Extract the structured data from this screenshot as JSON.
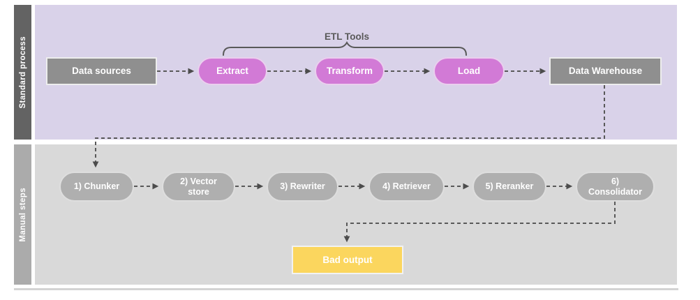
{
  "lanes": [
    {
      "label": "Standard process"
    },
    {
      "label": "Manual steps"
    }
  ],
  "etl_group": {
    "label": "ETL Tools"
  },
  "standard_flow": [
    {
      "id": "data-sources",
      "label": "Data sources",
      "shape": "rectangle",
      "color": "#8f8f8f"
    },
    {
      "id": "extract",
      "label": "Extract",
      "shape": "pill",
      "color": "#d27ad6"
    },
    {
      "id": "transform",
      "label": "Transform",
      "shape": "pill",
      "color": "#d27ad6"
    },
    {
      "id": "load",
      "label": "Load",
      "shape": "pill",
      "color": "#d27ad6"
    },
    {
      "id": "data-warehouse",
      "label": "Data Warehouse",
      "shape": "rectangle",
      "color": "#8f8f8f"
    }
  ],
  "manual_flow": [
    {
      "id": "chunker",
      "label": "1) Chunker"
    },
    {
      "id": "vector-store",
      "label": "2) Vector store"
    },
    {
      "id": "rewriter",
      "label": "3) Rewriter"
    },
    {
      "id": "retriever",
      "label": "4) Retriever"
    },
    {
      "id": "reranker",
      "label": "5) Reranker"
    },
    {
      "id": "consolidator",
      "label": "6) Consolidator"
    }
  ],
  "output": {
    "label": "Bad output",
    "color": "#fbd65e"
  },
  "colors": {
    "standard_lane_bg": "#d9d2e9",
    "standard_label_bar": "#636363",
    "manual_lane_bg": "#d9d9d9",
    "manual_label_bar": "#ababab",
    "process_box": "#8f8f8f",
    "etl_pill": "#d27ad6",
    "manual_pill": "#afafaf",
    "bad_output_box": "#fbd65e",
    "connector": "#595959",
    "node_text": "#ffffff"
  }
}
